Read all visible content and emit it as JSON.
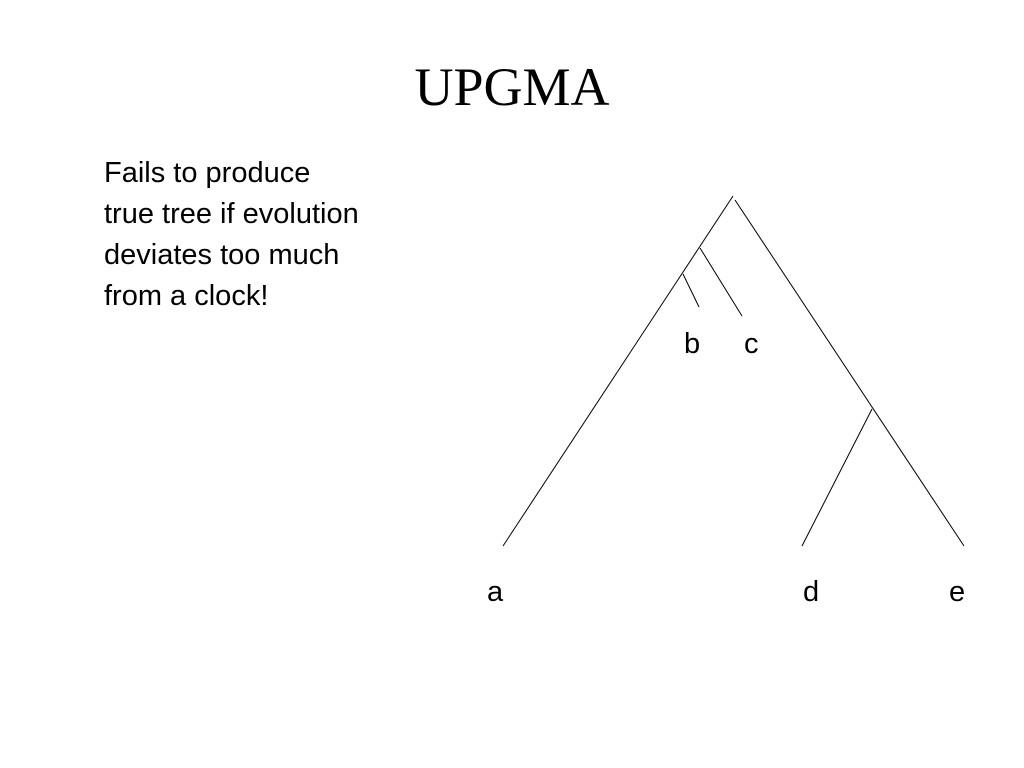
{
  "slide": {
    "title": "UPGMA",
    "body_text": "Fails to produce true tree if evolution deviates too much from a clock!"
  },
  "tree": {
    "leaves": {
      "a": "a",
      "b": "b",
      "c": "c",
      "d": "d",
      "e": "e"
    },
    "line_color": "#000000"
  }
}
